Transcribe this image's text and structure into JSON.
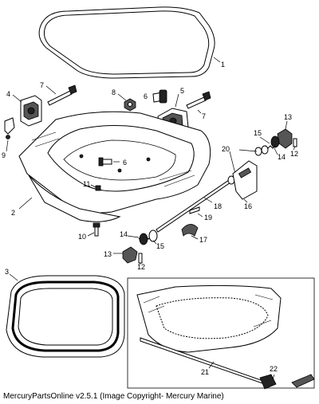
{
  "callouts": {
    "c1": "1",
    "c2": "2",
    "c3": "3",
    "c4": "4",
    "c5": "5",
    "c6a": "6",
    "c6b": "6",
    "c7a": "7",
    "c7b": "7",
    "c8": "8",
    "c9": "9",
    "c10": "10",
    "c11": "11",
    "c12a": "12",
    "c12b": "12",
    "c13a": "13",
    "c13b": "13",
    "c14a": "14",
    "c14b": "14",
    "c15a": "15",
    "c15b": "15",
    "c16": "16",
    "c17": "17",
    "c18": "18",
    "c19": "19",
    "c20": "20",
    "c21": "21",
    "c22": "22"
  },
  "footer": "MercuryPartsOnline v2.5.1 (Image Copyright- Mercury Marine)"
}
